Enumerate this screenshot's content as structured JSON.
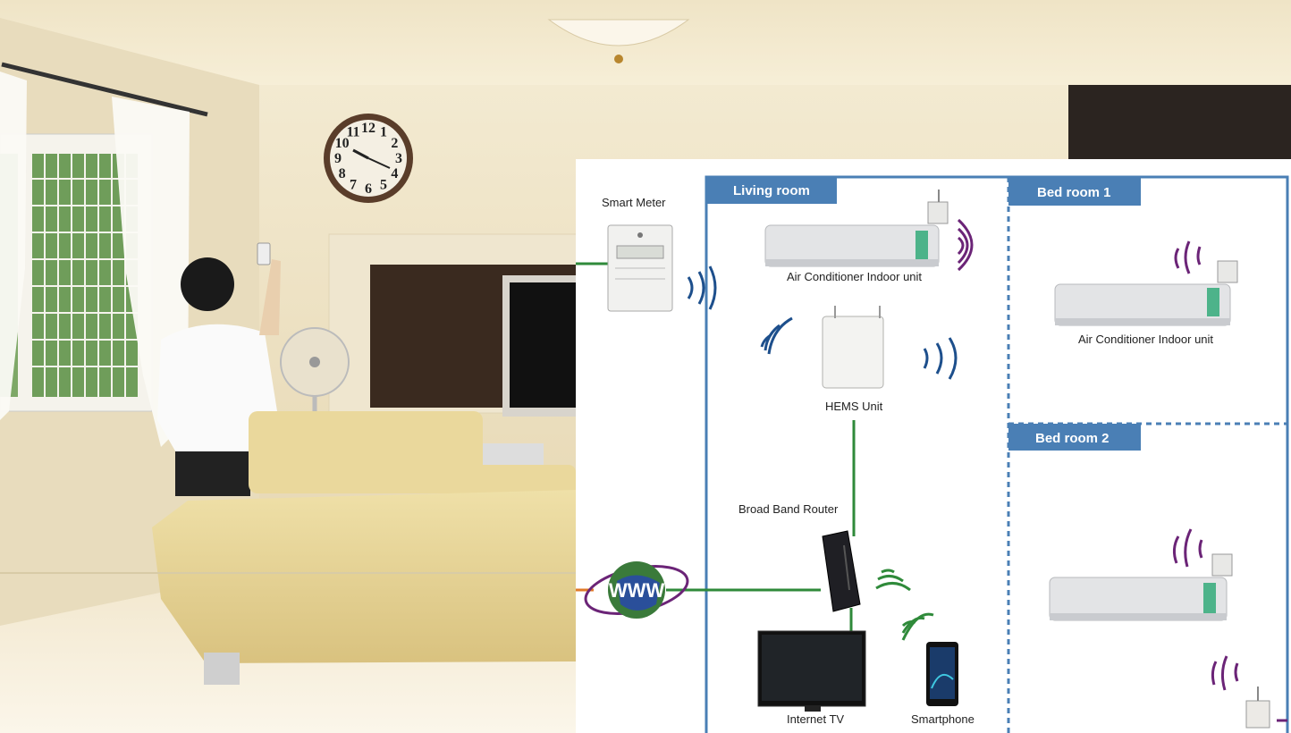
{
  "clock_numbers": [
    "12",
    "1",
    "2",
    "3",
    "4",
    "5",
    "6",
    "7",
    "8",
    "9",
    "10",
    "11"
  ],
  "rooms": {
    "living": "Living room",
    "bed1": "Bed room 1",
    "bed2": "Bed room 2"
  },
  "devices": {
    "smart_meter": "Smart Meter",
    "ac_living": "Air Conditioner Indoor unit",
    "hems": "HEMS Unit",
    "router": "Broad Band Router",
    "internet_tv": "Internet TV",
    "smartphone": "Smartphone",
    "ac_bed1": "Air Conditioner Indoor unit"
  },
  "internet_logo_text": "WWW",
  "colors": {
    "room_border": "#4a7fb5",
    "room_label_bg": "#4a7fb5",
    "wired_link": "#2f8a3a",
    "wireless_blue": "#1d4f8c",
    "wireless_purple": "#6b2477",
    "wireless_green": "#2f8a3a",
    "external_link": "#e07a2a",
    "wall": "#ede2c6",
    "sofa": "#e8d59b"
  }
}
